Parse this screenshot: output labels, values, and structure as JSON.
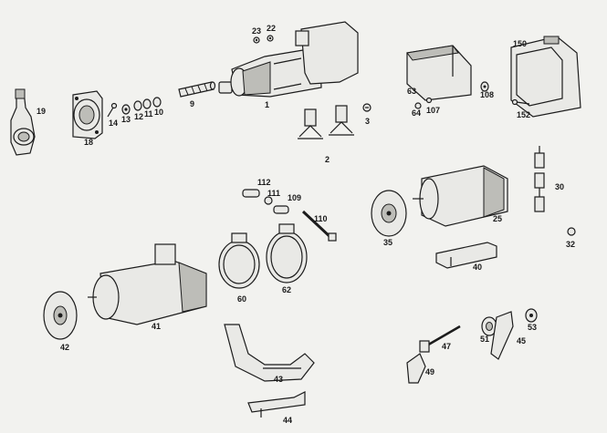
{
  "diagram": {
    "parts": [
      {
        "id": "p1",
        "label": "1"
      },
      {
        "id": "p2",
        "label": "2"
      },
      {
        "id": "p3",
        "label": "3"
      },
      {
        "id": "p9",
        "label": "9"
      },
      {
        "id": "p10",
        "label": "10"
      },
      {
        "id": "p11",
        "label": "11"
      },
      {
        "id": "p12",
        "label": "12"
      },
      {
        "id": "p13",
        "label": "13"
      },
      {
        "id": "p14",
        "label": "14"
      },
      {
        "id": "p18",
        "label": "18"
      },
      {
        "id": "p19",
        "label": "19"
      },
      {
        "id": "p22",
        "label": "22"
      },
      {
        "id": "p23",
        "label": "23"
      },
      {
        "id": "p25",
        "label": "25"
      },
      {
        "id": "p30",
        "label": "30"
      },
      {
        "id": "p32",
        "label": "32"
      },
      {
        "id": "p35",
        "label": "35"
      },
      {
        "id": "p40",
        "label": "40"
      },
      {
        "id": "p41",
        "label": "41"
      },
      {
        "id": "p42",
        "label": "42"
      },
      {
        "id": "p43",
        "label": "43"
      },
      {
        "id": "p44",
        "label": "44"
      },
      {
        "id": "p45",
        "label": "45"
      },
      {
        "id": "p47",
        "label": "47"
      },
      {
        "id": "p49",
        "label": "49"
      },
      {
        "id": "p51",
        "label": "51"
      },
      {
        "id": "p53",
        "label": "53"
      },
      {
        "id": "p60",
        "label": "60"
      },
      {
        "id": "p62",
        "label": "62"
      },
      {
        "id": "p63",
        "label": "63"
      },
      {
        "id": "p64",
        "label": "64"
      },
      {
        "id": "p107",
        "label": "107"
      },
      {
        "id": "p108",
        "label": "108"
      },
      {
        "id": "p109",
        "label": "109"
      },
      {
        "id": "p110",
        "label": "110"
      },
      {
        "id": "p111",
        "label": "111"
      },
      {
        "id": "p112",
        "label": "112"
      },
      {
        "id": "p150",
        "label": "150"
      },
      {
        "id": "p152",
        "label": "152"
      }
    ]
  }
}
